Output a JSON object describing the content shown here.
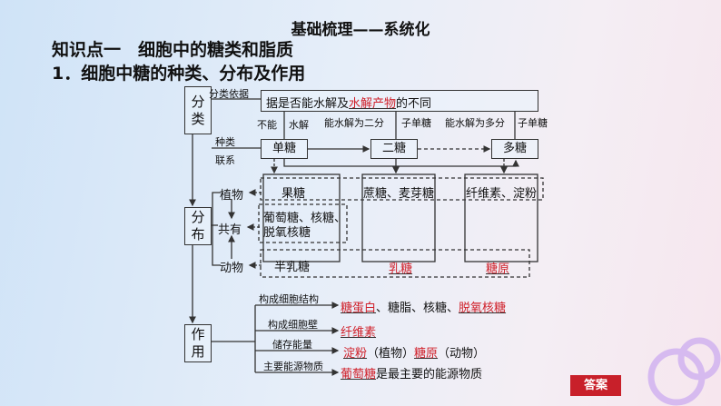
{
  "title": "基础梳理——系统化",
  "section": "知识点一　细胞中的糖类和脂质",
  "subsection": "1．细胞中糖的种类、分布及作用",
  "classify": {
    "label_1": "分",
    "label_2": "类",
    "basis_label": "分类依据",
    "basis_prefix": "据是否能水解及",
    "basis_blank": "水解产物",
    "basis_suffix": "的不同",
    "cond": [
      "不能",
      "水解",
      "能水解为二分",
      "子单糖",
      "能水解为多分",
      "子单糖"
    ],
    "link_1": "种类",
    "link_2": "联系",
    "types": [
      "单糖",
      "二糖",
      "多糖"
    ]
  },
  "distribution": {
    "label_1": "分",
    "label_2": "布",
    "plant": "植物",
    "common": "共有",
    "animal": "动物",
    "plant_row": [
      "果糖",
      "蔗糖、麦芽糖",
      "纤维素、淀粉"
    ],
    "common_1": "葡萄糖、核糖、",
    "common_2": "脱氧核糖",
    "animal_row": [
      "半乳糖",
      "乳糖",
      "糖原"
    ]
  },
  "function": {
    "label_1": "作",
    "label_2": "用",
    "items": [
      {
        "label": "构成细胞结构",
        "a": "糖蛋白",
        "b": "、糖脂、核糖、",
        "c": "脱氧核糖"
      },
      {
        "label": "构成细胞壁",
        "a": "纤维素"
      },
      {
        "label": "储存能量",
        "a": "淀粉",
        "b": "（植物）",
        "c": "糖原",
        "d": "（动物）"
      },
      {
        "label": "主要能源物质",
        "a": "葡萄糖",
        "b": "是最主要的能源物质"
      }
    ]
  },
  "answer_button": "答案"
}
